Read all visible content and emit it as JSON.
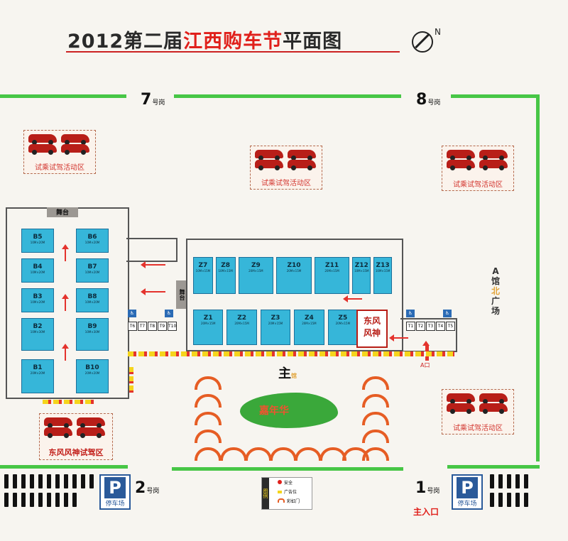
{
  "title": {
    "year": "2012第二届",
    "event": "江西购车节",
    "suffix": "平面图"
  },
  "compass_label": "N",
  "gates": {
    "gate7": {
      "num": "7",
      "suffix": "号岗"
    },
    "gate8": {
      "num": "8",
      "suffix": "号岗"
    },
    "gate2": {
      "num": "2",
      "suffix": "号岗"
    },
    "gate1": {
      "num": "1",
      "suffix": "号岗"
    }
  },
  "zones": {
    "test_drive": "试乘试驾活动区",
    "dongfeng": "东风风神试驾区"
  },
  "hall": {
    "stage_label": "舞台",
    "main_label": "主",
    "main_sub": "馆",
    "a_plaza": [
      "A",
      "馆",
      "北",
      "广",
      "场"
    ],
    "a_entrance": "A口",
    "dongfeng_booth": [
      "东风",
      "风神"
    ]
  },
  "booths_b": {
    "left": [
      {
        "name": "B5",
        "size": "10M×20M"
      },
      {
        "name": "B4",
        "size": "10M×20M"
      },
      {
        "name": "B3",
        "size": "10M×20M"
      },
      {
        "name": "B2",
        "size": "10M×30M"
      },
      {
        "name": "B1",
        "size": "20M×20M"
      }
    ],
    "right": [
      {
        "name": "B6",
        "size": "10M×20M"
      },
      {
        "name": "B7",
        "size": "10M×20M"
      },
      {
        "name": "B8",
        "size": "10M×20M"
      },
      {
        "name": "B9",
        "size": "10M×30M"
      },
      {
        "name": "B10",
        "size": "20M×20M"
      }
    ]
  },
  "booths_z": {
    "top": [
      {
        "name": "Z7",
        "size": "10M×15M"
      },
      {
        "name": "Z8",
        "size": "10M×15M"
      },
      {
        "name": "Z9",
        "size": "20M×15M"
      },
      {
        "name": "Z10",
        "size": "20M×15M"
      },
      {
        "name": "Z11",
        "size": "20M×15M"
      },
      {
        "name": "Z12",
        "size": "10M×15M"
      },
      {
        "name": "Z13",
        "size": "10M×15M"
      }
    ],
    "bottom": [
      {
        "name": "Z1",
        "size": "20M×15M"
      },
      {
        "name": "Z2",
        "size": "20M×15M"
      },
      {
        "name": "Z3",
        "size": "20M×15M"
      },
      {
        "name": "Z4",
        "size": "20M×15M"
      },
      {
        "name": "Z5",
        "size": "20M×15M"
      }
    ]
  },
  "t_boxes": {
    "left": [
      "T6",
      "T7",
      "T8",
      "T9",
      "T10"
    ],
    "right": [
      "T1",
      "T2",
      "T3",
      "T4",
      "T5"
    ]
  },
  "restroom_icon": "restroom-icon",
  "carnival": "嘉年华",
  "parking_label": "停车场",
  "main_entrance": "主入口",
  "legend": {
    "title": "图例",
    "items": [
      "安全",
      "广告位",
      "彩虹门"
    ]
  },
  "colors": {
    "title_red": "#e0201b",
    "green_line": "#47c646",
    "booth_blue": "#36b6d9",
    "arrow_red": "#e4332d"
  }
}
